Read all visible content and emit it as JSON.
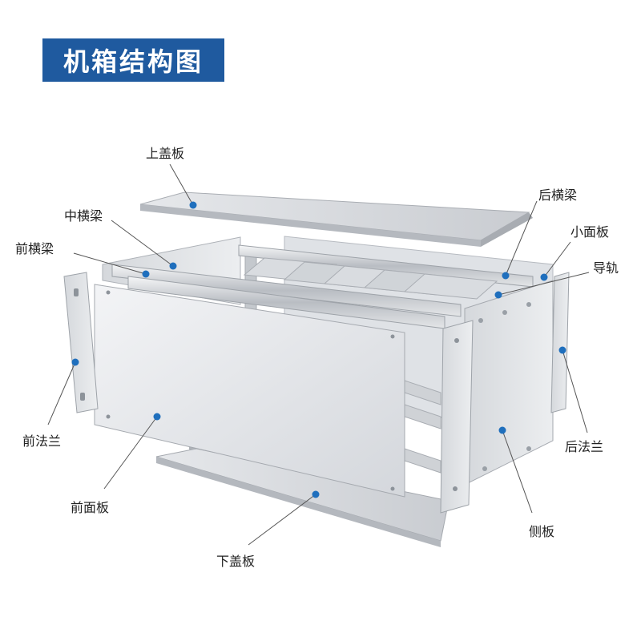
{
  "title": "机箱结构图",
  "accent_color": "#1f5a9f",
  "pointer_color": "#1f6fbd",
  "labels": {
    "top_cover": "上盖板",
    "middle_beam": "中横梁",
    "front_beam": "前横梁",
    "rear_beam": "后横梁",
    "small_panel": "小面板",
    "guide_rail": "导轨",
    "front_flange": "前法兰",
    "front_panel": "前面板",
    "bottom_cover": "下盖板",
    "side_panel": "侧板",
    "rear_flange": "后法兰"
  }
}
